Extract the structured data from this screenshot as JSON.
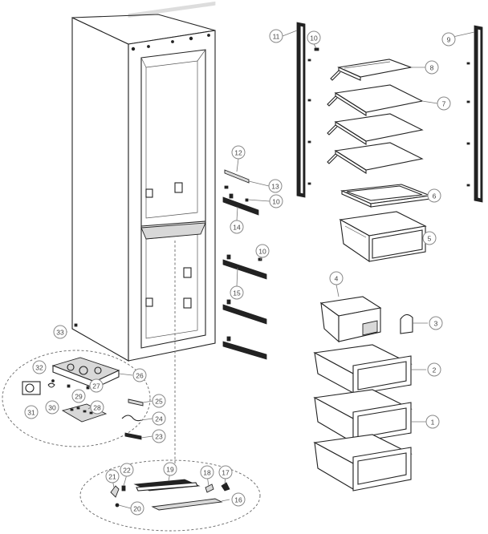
{
  "callouts": [
    {
      "id": "c1",
      "label": "1"
    },
    {
      "id": "c2",
      "label": "2"
    },
    {
      "id": "c3",
      "label": "3"
    },
    {
      "id": "c4",
      "label": "4"
    },
    {
      "id": "c5",
      "label": "5"
    },
    {
      "id": "c6",
      "label": "6"
    },
    {
      "id": "c7",
      "label": "7"
    },
    {
      "id": "c8",
      "label": "8"
    },
    {
      "id": "c9",
      "label": "9"
    },
    {
      "id": "c10a",
      "label": "10"
    },
    {
      "id": "c10b",
      "label": "10"
    },
    {
      "id": "c10c",
      "label": "10"
    },
    {
      "id": "c11",
      "label": "11"
    },
    {
      "id": "c12",
      "label": "12"
    },
    {
      "id": "c13",
      "label": "13"
    },
    {
      "id": "c14",
      "label": "14"
    },
    {
      "id": "c15",
      "label": "15"
    },
    {
      "id": "c16",
      "label": "16"
    },
    {
      "id": "c17",
      "label": "17"
    },
    {
      "id": "c18",
      "label": "18"
    },
    {
      "id": "c19",
      "label": "19"
    },
    {
      "id": "c20",
      "label": "20"
    },
    {
      "id": "c21",
      "label": "21"
    },
    {
      "id": "c22",
      "label": "22"
    },
    {
      "id": "c23",
      "label": "23"
    },
    {
      "id": "c24",
      "label": "24"
    },
    {
      "id": "c25",
      "label": "25"
    },
    {
      "id": "c26",
      "label": "26"
    },
    {
      "id": "c27",
      "label": "27"
    },
    {
      "id": "c28",
      "label": "28"
    },
    {
      "id": "c29",
      "label": "29"
    },
    {
      "id": "c30",
      "label": "30"
    },
    {
      "id": "c31",
      "label": "31"
    },
    {
      "id": "c32",
      "label": "32"
    },
    {
      "id": "c33",
      "label": "33"
    }
  ]
}
